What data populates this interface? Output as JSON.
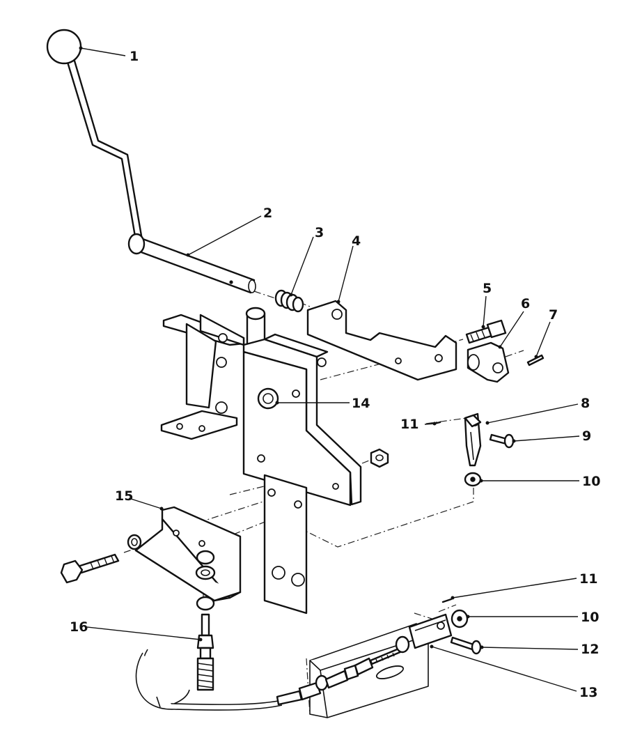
{
  "callouts": [
    {
      "id": "knob",
      "label": "1"
    },
    {
      "id": "shaft",
      "label": "2"
    },
    {
      "id": "spring",
      "label": "3"
    },
    {
      "id": "lever-arm",
      "label": "4"
    },
    {
      "id": "bolt-upper",
      "label": "5"
    },
    {
      "id": "pivot-plate",
      "label": "6"
    },
    {
      "id": "cotter-pin-upper",
      "label": "7"
    },
    {
      "id": "clevis-upper",
      "label": "8"
    },
    {
      "id": "clevis-pin-upper",
      "label": "9"
    },
    {
      "id": "nut-upper",
      "label": "10"
    },
    {
      "id": "cotter-upper",
      "label": "11"
    },
    {
      "id": "locknut",
      "label": "14"
    },
    {
      "id": "angle-bracket",
      "label": "15"
    },
    {
      "id": "cable-end",
      "label": "16"
    },
    {
      "id": "cotter-lower",
      "label": "11"
    },
    {
      "id": "nut-lower",
      "label": "10"
    },
    {
      "id": "clevis-pin-lower",
      "label": "12"
    },
    {
      "id": "clevis-lower",
      "label": "13"
    }
  ]
}
